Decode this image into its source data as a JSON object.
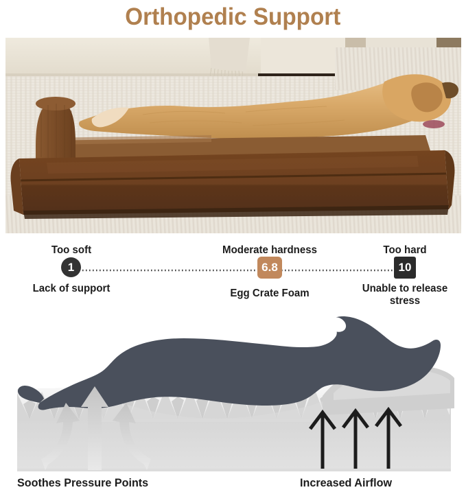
{
  "header": {
    "title": "Orthopedic Support",
    "title_color": "#b0804f"
  },
  "photo": {
    "alt": "golden-retriever-lying-on-brown-orthopedic-bolster-dog-bed",
    "scene": {
      "dog": "golden retriever",
      "bed_color": "#6b4024",
      "rug_color": "#e8e3da",
      "sofa_color": "#e9e3d7"
    }
  },
  "hardness_scale": {
    "soft": {
      "top_label": "Too soft",
      "value": "1",
      "bottom_label": "Lack of support",
      "marker_color": "#333333",
      "marker_shape": "circle"
    },
    "moderate": {
      "top_label": "Moderate hardness",
      "value": "6.8",
      "bottom_label": "Egg Crate Foam",
      "marker_color": "#c1885c",
      "marker_shape": "rounded-square"
    },
    "hard": {
      "top_label": "Too hard",
      "value": "10",
      "bottom_label": "Unable to release stress",
      "marker_color": "#2b2b2b",
      "marker_shape": "square"
    },
    "connector_style": "dotted"
  },
  "diagram": {
    "dog_silhouette_color": "#4a505c",
    "foam_color": "#d9d9d9",
    "foam_peak_color": "#f2f2f2",
    "pressure_arrow_color": "#cfcfcf",
    "airflow_arrow_color": "#1c1c1c",
    "left_label": "Soothes Pressure Points",
    "right_label": "Increased Airflow",
    "pressure_arrow_count": 3,
    "airflow_arrow_count": 3
  }
}
